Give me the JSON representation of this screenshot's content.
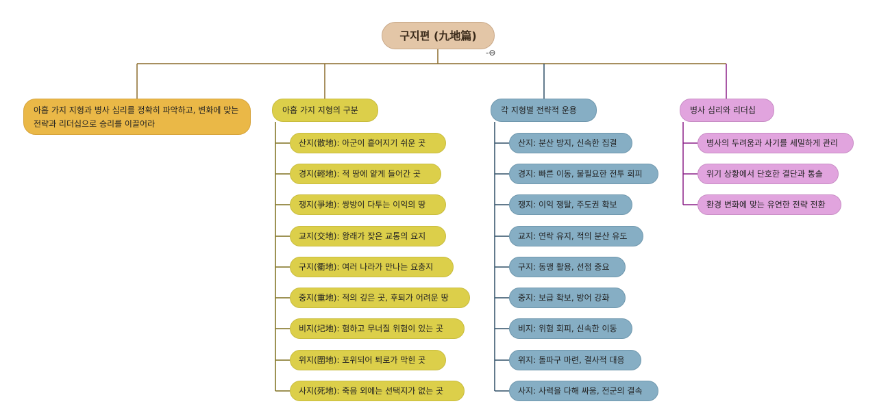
{
  "root": {
    "title": "구지편 (九地篇)",
    "collapse_icon": "-⊖"
  },
  "branch1": {
    "text": "아홉 가지 지형과 병사 심리를 정확히 파악하고, 변화에 맞는 전략과 리더십으로 승리를 이끌어라"
  },
  "branch2": {
    "title": "아홉 가지 지형의 구분",
    "items": [
      "산지(散地): 아군이 흩어지기 쉬운 곳",
      "경지(輕地): 적 땅에 얕게 들어간 곳",
      "쟁지(爭地): 쌍방이 다투는 이익의 땅",
      "교지(交地): 왕래가 잦은 교통의 요지",
      "구지(衢地): 여러 나라가 만나는 요충지",
      "중지(重地): 적의 깊은 곳, 후퇴가 어려운 땅",
      "비지(圮地): 험하고 무너질 위험이 있는 곳",
      "위지(圍地): 포위되어 퇴로가 막힌 곳",
      "사지(死地): 죽음 외에는 선택지가 없는 곳"
    ]
  },
  "branch3": {
    "title": "각 지형별 전략적 운용",
    "items": [
      "산지: 분산 방지, 신속한 집결",
      "경지: 빠른 이동, 불필요한 전투 회피",
      "쟁지: 이익 쟁탈, 주도권 확보",
      "교지: 연락 유지, 적의 분산 유도",
      "구지: 동맹 활용, 선점 중요",
      "중지: 보급 확보, 방어 강화",
      "비지: 위험 회피, 신속한 이동",
      "위지: 돌파구 마련, 결사적 대응",
      "사지: 사력을 다해 싸움, 전군의 결속"
    ]
  },
  "branch4": {
    "title": "병사 심리와 리더십",
    "items": [
      "병사의 두려움과 사기를 세밀하게 관리",
      "위기 상황에서 단호한 결단과 통솔",
      "환경 변화에 맞는 유연한 전략 전환"
    ]
  },
  "colors": {
    "root": "#e3c6a7",
    "branch1": "#eab847",
    "branch2": "#dccf4a",
    "branch3": "#86aec4",
    "branch4": "#e1a4de",
    "line_root": "#8a6a2a",
    "line_branch2": "#7d6f1c",
    "line_branch3": "#2e4e66",
    "line_branch4": "#8a1f87"
  }
}
